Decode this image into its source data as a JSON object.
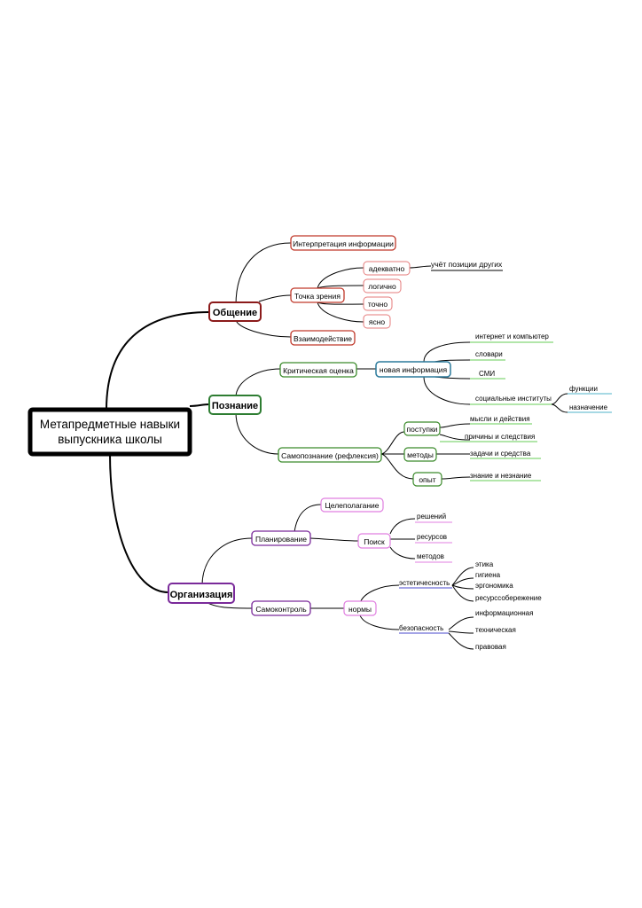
{
  "colors": {
    "black": "#000000",
    "communication": "#c0392b",
    "communication_root": "#8b1a1a",
    "cognition": "#3a8a2a",
    "cognition_green_line": "#66cc55",
    "info_node": "#2b7a9c",
    "functions_line": "#4fb3c8",
    "organization": "#7a2a9a",
    "organization_light": "#e07fe0",
    "blue_line": "#4a4acc"
  },
  "root": {
    "line1": "Метапредметные навыки",
    "line2": "выпускника школы"
  },
  "communication": {
    "title": "Общение",
    "interpretation": "Интерпретация информации",
    "viewpoint": "Точка зрения",
    "adequate": "адекватно",
    "others_position": "учёт позиции других",
    "logical": "логично",
    "precise": "точно",
    "clear": "ясно",
    "interaction": "Взаимодействие"
  },
  "cognition": {
    "title": "Познание",
    "critical": "Критическая оценка",
    "new_info": "новая информация",
    "internet": "интернет и компьютер",
    "dictionaries": "словари",
    "media": "СМИ",
    "social": "социальные институты",
    "functions": "функции",
    "purpose": "назначение",
    "self": "Самопознание (рефлексия)",
    "actions": "поступки",
    "thoughts": "мысли и действия",
    "causes": "причины и следствия",
    "methods": "методы",
    "tasks": "задачи и средства",
    "experience": "опыт",
    "knowledge": "знание и незнание"
  },
  "organization": {
    "title": "Организация",
    "planning": "Планирование",
    "goal": "Целеполагание",
    "search": "Поиск",
    "solutions": "решений",
    "resources": "ресурсов",
    "methods": "методов",
    "selfcontrol": "Самоконтроль",
    "norms": "нормы",
    "aesthetics": "эстетичесность",
    "ethics": "этика",
    "hygiene": "гигиена",
    "ergonomics": "эргономика",
    "saving": "ресурссобережение",
    "safety": "безопасность",
    "informational": "информационная",
    "technical": "техническая",
    "legal": "правовая"
  }
}
